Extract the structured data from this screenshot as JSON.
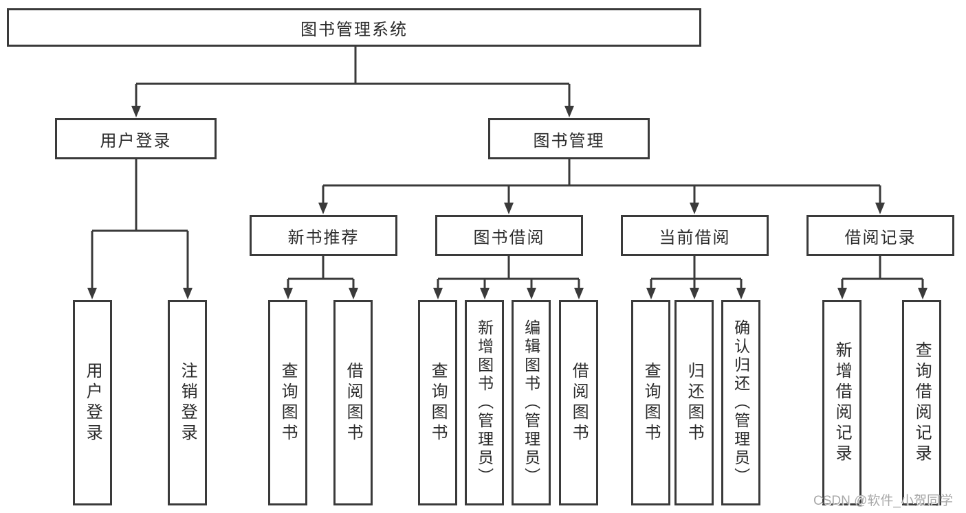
{
  "diagram": {
    "tree": {
      "label": "图书管理系统",
      "children": [
        {
          "label": "用户登录",
          "children": [
            {
              "label": "用户登录"
            },
            {
              "label": "注销登录"
            }
          ]
        },
        {
          "label": "图书管理",
          "children": [
            {
              "label": "新书推荐",
              "children": [
                {
                  "label": "查询图书"
                },
                {
                  "label": "借阅图书"
                }
              ]
            },
            {
              "label": "图书借阅",
              "children": [
                {
                  "label": "查询图书"
                },
                {
                  "label": "新增图书（管理员）"
                },
                {
                  "label": "编辑图书（管理员）"
                },
                {
                  "label": "借阅图书"
                }
              ]
            },
            {
              "label": "当前借阅",
              "children": [
                {
                  "label": "查询图书"
                },
                {
                  "label": "归还图书"
                },
                {
                  "label": "确认归还（管理员）"
                }
              ]
            },
            {
              "label": "借阅记录",
              "children": [
                {
                  "label": "新增借阅记录"
                },
                {
                  "label": "查询借阅记录"
                }
              ]
            }
          ]
        }
      ]
    }
  },
  "watermark": {
    "text": "CSDN @软件_小贺同学"
  },
  "colors": {
    "line": "#3a3a3a",
    "text": "#2b2b2b",
    "watermark": "#a8a8a8",
    "background": "#ffffff"
  }
}
